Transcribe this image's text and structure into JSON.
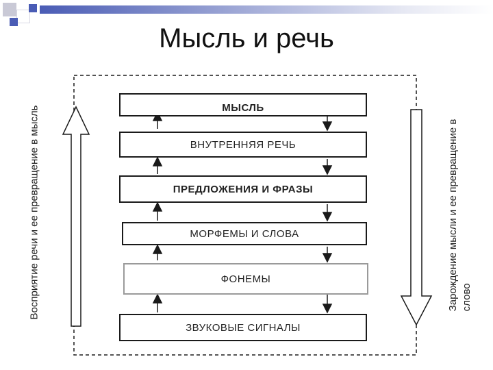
{
  "title": "Мысль и речь",
  "levels": [
    {
      "label": "МЫСЛЬ"
    },
    {
      "label": "ВНУТРЕННЯЯ РЕЧЬ"
    },
    {
      "label": "ПРЕДЛОЖЕНИЯ И ФРАЗЫ"
    },
    {
      "label": "МОРФЕМЫ И СЛОВА"
    },
    {
      "label": "ФОНЕМЫ"
    },
    {
      "label": "ЗВУКОВЫЕ СИГНАЛЫ"
    }
  ],
  "left_caption": "Восприятие речи и ее превращение в мысль",
  "right_caption_line1": "Зарождение мысли и ее превращение в",
  "right_caption_line2": "слово",
  "colors": {
    "accent_blue": "#4a5cb5",
    "accent_gray": "#c9c9c9",
    "stroke": "#1a1a1a"
  }
}
